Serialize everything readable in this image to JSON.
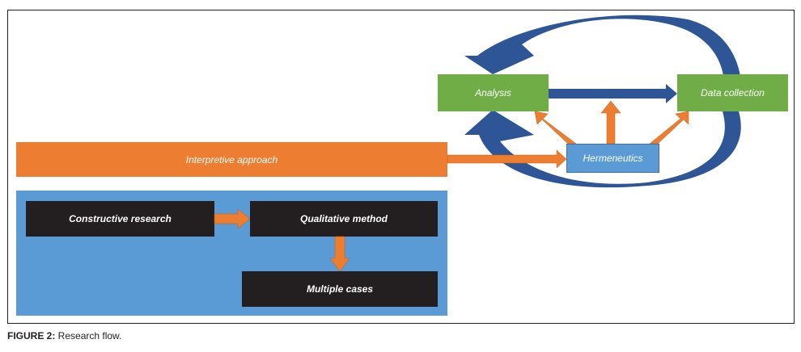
{
  "figure": {
    "caption_label": "FIGURE 2:",
    "caption_text": " Research flow."
  },
  "nodes": {
    "analysis": "Analysis",
    "data_collection": "Data collection",
    "hermeneutics": "Hermeneutics",
    "interpretive_approach": "Interpretive approach",
    "constructive_research": "Constructive research",
    "qualitative_method": "Qualitative method",
    "multiple_cases": "Multiple cases"
  },
  "edges": [
    {
      "from": "interpretive_approach",
      "to": "hermeneutics",
      "color": "orange"
    },
    {
      "from": "hermeneutics",
      "to": "analysis",
      "color": "orange"
    },
    {
      "from": "hermeneutics",
      "to": "analysis-data_collection-link",
      "color": "orange"
    },
    {
      "from": "hermeneutics",
      "to": "data_collection",
      "color": "orange"
    },
    {
      "from": "analysis",
      "to": "data_collection",
      "color": "blue"
    },
    {
      "from": "data_collection",
      "to": "analysis",
      "color": "blue",
      "style": "curved-top"
    },
    {
      "from": "data_collection",
      "to": "analysis",
      "color": "blue",
      "style": "curved-bottom"
    },
    {
      "from": "constructive_research",
      "to": "qualitative_method",
      "color": "orange"
    },
    {
      "from": "qualitative_method",
      "to": "multiple_cases",
      "color": "orange"
    }
  ],
  "colors": {
    "green": "#70ad47",
    "orange": "#ed7d31",
    "light_blue": "#5b9bd5",
    "dark_blue": "#2e5596",
    "black": "#231f20"
  }
}
